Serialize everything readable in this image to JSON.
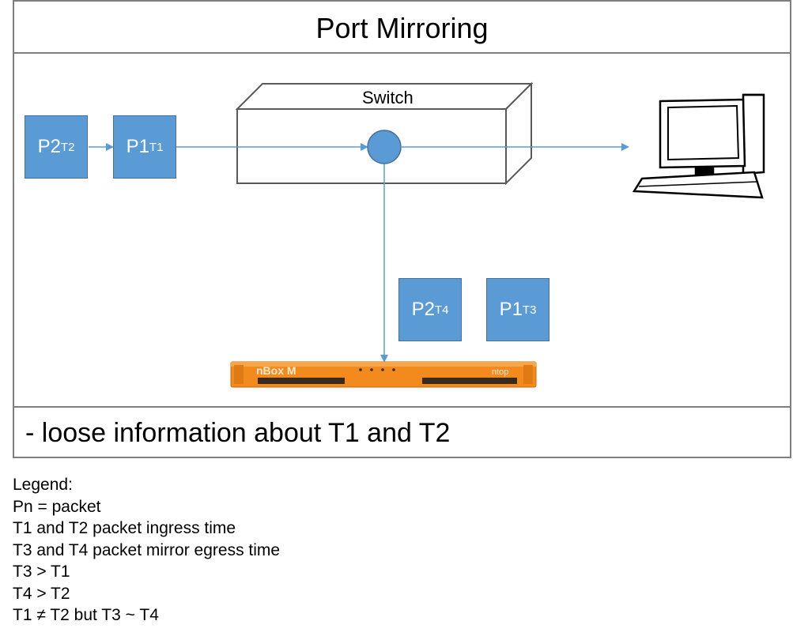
{
  "title": "Port Mirroring",
  "switch_label": "Switch",
  "appliance_label": "nBox M",
  "appliance_brand": "ntop",
  "packets_in": [
    {
      "name": "P2",
      "time": "T2"
    },
    {
      "name": "P1",
      "time": "T1"
    }
  ],
  "packets_mirror": [
    {
      "name": "P2",
      "time": "T4"
    },
    {
      "name": "P1",
      "time": "T3"
    }
  ],
  "footer": "- loose information about T1 and T2",
  "legend": [
    "Legend:",
    "Pn = packet",
    "T1 and T2 packet ingress time",
    "T3 and T4 packet mirror egress time",
    "T3 > T1",
    "T4 > T2",
    "T1 ≠ T2 but T3 ~ T4"
  ],
  "colors": {
    "packet_fill": "#5b9bd5",
    "arrow": "#5b9bd5",
    "appliance_orange": "#f28a1e",
    "border": "#7f7f7f"
  }
}
